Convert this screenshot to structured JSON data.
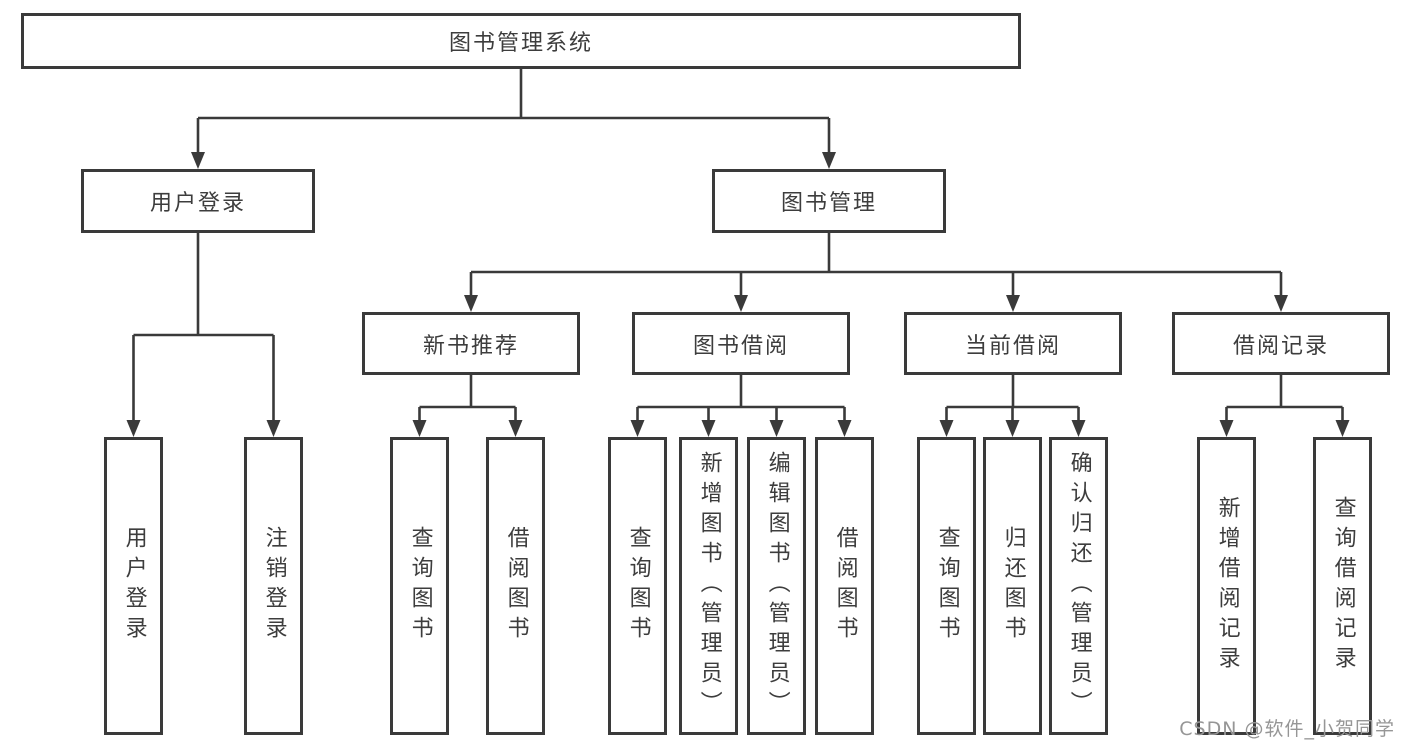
{
  "diagram_title": "图书管理系统",
  "nodes": {
    "root": "图书管理系统",
    "user_login": "用户登录",
    "book_mgmt": "图书管理",
    "new_book_rec": "新书推荐",
    "book_borrow": "图书借阅",
    "current_borrow": "当前借阅",
    "borrow_record": "借阅记录",
    "ul_login": "用户登录",
    "ul_logout": "注销登录",
    "nr_query": "查询图书",
    "nr_borrow": "借阅图书",
    "bb_query": "查询图书",
    "bb_add": "新增图书（管理员）",
    "bb_edit": "编辑图书（管理员）",
    "bb_borrow": "借阅图书",
    "cb_query": "查询图书",
    "cb_return": "归还图书",
    "cb_confirm": "确认归还（管理员）",
    "br_add": "新增借阅记录",
    "br_query": "查询借阅记录"
  },
  "tree": {
    "label": "图书管理系统",
    "children": [
      {
        "label": "用户登录",
        "children": [
          {
            "label": "用户登录"
          },
          {
            "label": "注销登录"
          }
        ]
      },
      {
        "label": "图书管理",
        "children": [
          {
            "label": "新书推荐",
            "children": [
              {
                "label": "查询图书"
              },
              {
                "label": "借阅图书"
              }
            ]
          },
          {
            "label": "图书借阅",
            "children": [
              {
                "label": "查询图书"
              },
              {
                "label": "新增图书（管理员）"
              },
              {
                "label": "编辑图书（管理员）"
              },
              {
                "label": "借阅图书"
              }
            ]
          },
          {
            "label": "当前借阅",
            "children": [
              {
                "label": "查询图书"
              },
              {
                "label": "归还图书"
              },
              {
                "label": "确认归还（管理员）"
              }
            ]
          },
          {
            "label": "借阅记录",
            "children": [
              {
                "label": "新增借阅记录"
              },
              {
                "label": "查询借阅记录"
              }
            ]
          }
        ]
      }
    ]
  },
  "watermark": "CSDN @软件_小贺同学",
  "colors": {
    "line": "#3a3a3a",
    "text": "#3d3d3d",
    "background": "#ffffff",
    "watermark": "#969696"
  }
}
